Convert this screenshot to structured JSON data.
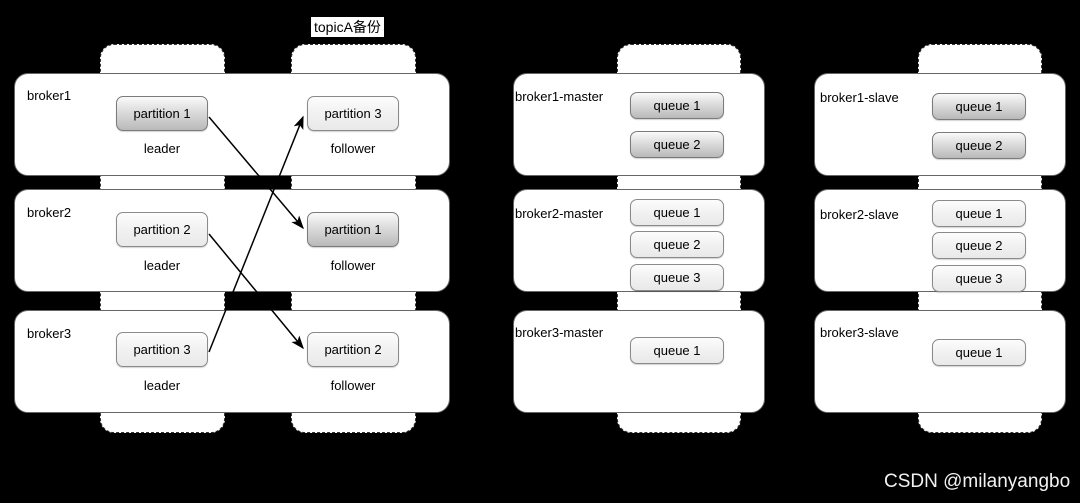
{
  "topic_caption": "topicA备份",
  "watermark": "CSDN @milanyangbo",
  "colors": {
    "background": "#000000",
    "panel": "#ffffff",
    "dashed_border": "#333333",
    "box_border": "#666666",
    "node_border": "#8a8a8a",
    "text": "#000000",
    "watermark": "#f2f2f2"
  },
  "kafka_group": {
    "brokers": [
      {
        "label": "broker1",
        "leader": {
          "name": "partition 1",
          "role": "leader",
          "highlighted": true
        },
        "follower": {
          "name": "partition 3",
          "role": "follower",
          "highlighted": false
        }
      },
      {
        "label": "broker2",
        "leader": {
          "name": "partition 2",
          "role": "leader",
          "highlighted": false
        },
        "follower": {
          "name": "partition 1",
          "role": "follower",
          "highlighted": true
        }
      },
      {
        "label": "broker3",
        "leader": {
          "name": "partition 3",
          "role": "leader",
          "highlighted": false
        },
        "follower": {
          "name": "partition 2",
          "role": "follower",
          "highlighted": false
        }
      }
    ],
    "replication_arrows": [
      {
        "from": "broker1.partition 1 (leader)",
        "to": "broker2.partition 1 (follower)"
      },
      {
        "from": "broker2.partition 2 (leader)",
        "to": "broker3.partition 2 (follower)"
      },
      {
        "from": "broker3.partition 3 (leader)",
        "to": "broker1.partition 3 (follower)"
      }
    ]
  },
  "master_group": {
    "brokers": [
      {
        "label": "broker1-master",
        "queues": [
          "queue 1",
          "queue 2"
        ],
        "highlighted": true
      },
      {
        "label": "broker2-master",
        "queues": [
          "queue 1",
          "queue 2",
          "queue 3"
        ],
        "highlighted": false
      },
      {
        "label": "broker3-master",
        "queues": [
          "queue 1"
        ],
        "highlighted": false
      }
    ]
  },
  "slave_group": {
    "brokers": [
      {
        "label": "broker1-slave",
        "queues": [
          "queue 1",
          "queue 2"
        ],
        "highlighted": true
      },
      {
        "label": "broker2-slave",
        "queues": [
          "queue 1",
          "queue 2",
          "queue 3"
        ],
        "highlighted": false
      },
      {
        "label": "broker3-slave",
        "queues": [
          "queue 1"
        ],
        "highlighted": false
      }
    ]
  }
}
